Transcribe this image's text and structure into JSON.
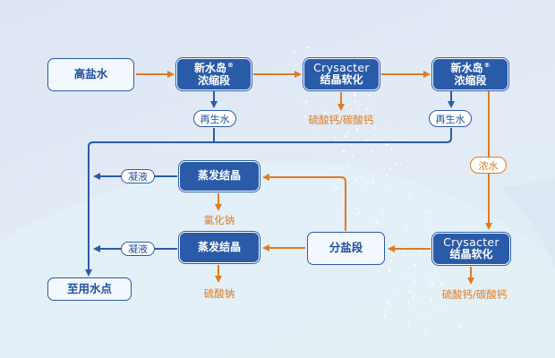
{
  "colors": {
    "blue": "#2a5ba8",
    "orange": "#e07b22",
    "light_box": "#f3f8fe"
  },
  "nodes": {
    "brine_input": "高盐水",
    "concentrator_1": {
      "line1": "新水岛",
      "mark": "®",
      "line2": "浓缩段"
    },
    "softening_1": {
      "line1": "Crysacter",
      "line2": "结晶软化"
    },
    "concentrator_2": {
      "line1": "新水岛",
      "mark": "®",
      "line2": "浓缩段"
    },
    "evaporation_1": "蒸发结晶",
    "evaporation_2": "蒸发结晶",
    "salt_separation": "分盐段",
    "softening_2": {
      "line1": "Crysacter",
      "line2": "结晶软化"
    },
    "water_use_point": "至用水点"
  },
  "edge_labels": {
    "recycled_water_1": "再生水",
    "recycled_water_2": "再生水",
    "concentrate": "浓水",
    "condensate_1": "凝液",
    "condensate_2": "凝液"
  },
  "byproducts": {
    "softening_1": "硫酸钙/碳酸钙",
    "evaporation_1": "氯化钠",
    "evaporation_2": "硫酸钠",
    "softening_2": "硫酸钙/碳酸钙"
  }
}
